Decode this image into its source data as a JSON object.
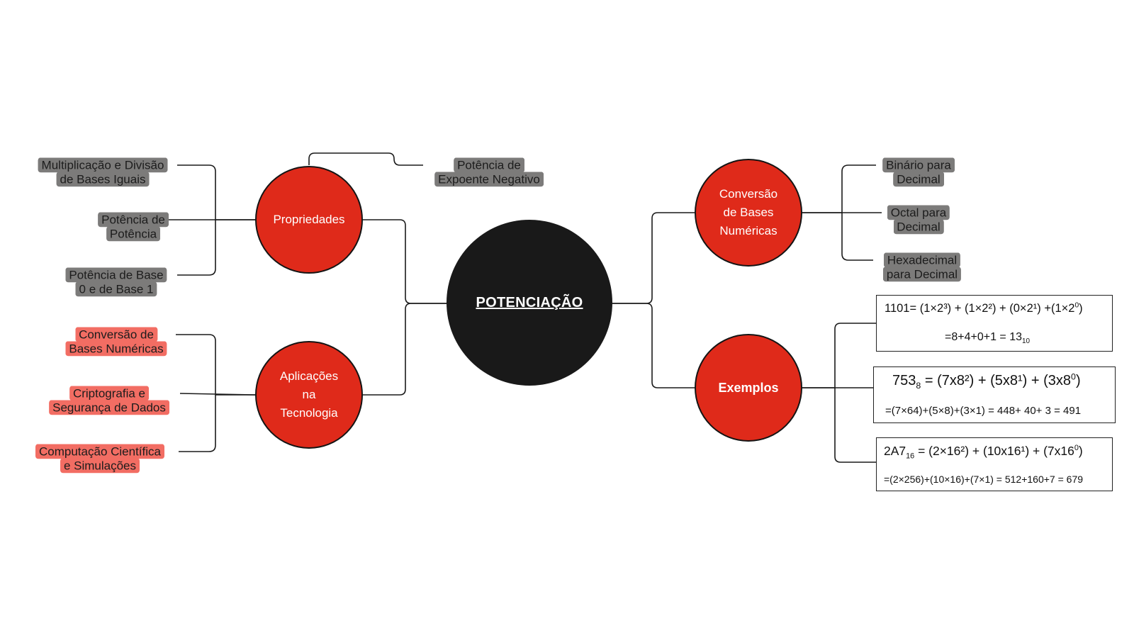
{
  "center": {
    "title": "POTENCIAÇÃO"
  },
  "branches": {
    "propriedades": {
      "label": "Propriedades",
      "items": [
        "Multiplicação e Divisão\nde Bases Iguais",
        "Potência de\nPotência",
        "Potência de Base\n0 e de Base 1",
        "Potência de\nExpoente Negativo"
      ]
    },
    "aplicacoes": {
      "label": "Aplicações\nna\nTecnologia",
      "items": [
        "Conversão de\nBases Numéricas",
        "Criptografia e\nSegurança de Dados",
        "Computação Científica\ne Simulações"
      ]
    },
    "conversao": {
      "label": "Conversão\nde Bases\nNuméricas",
      "items": [
        "Binário para\nDecimal",
        "Octal para\nDecimal",
        "Hexadecimal\npara Decimal"
      ]
    },
    "exemplos": {
      "label": "Exemplos",
      "binary": {
        "number": "1101",
        "expansion": "= (1×2³) + (1×2²) + (0×2¹) +(1×2",
        "exp0": "0",
        "close": ")",
        "result": "=8+4+0+1 = 13",
        "result_base": "10"
      },
      "octal": {
        "number": "753",
        "base": "8",
        "expansion": " = (7x8²) + (5x8¹) + (3x8",
        "exp0": "0",
        "close": ")",
        "result": "=(7×64)+(5×8)+(3×1) = 448+ 40+ 3 = 491"
      },
      "hex": {
        "number": "2A7",
        "base": "16",
        "expansion": " =  (2×16²) + (10x16¹) + (7x16",
        "exp0": "0",
        "close": ")",
        "result": "=(2×256)+(10×16)+(7×1) = 512+160+7 = 679"
      }
    }
  },
  "colors": {
    "node_red": "#df2a1a",
    "center_black": "#191919",
    "tag_gray": "#7c7b7a",
    "tag_pink": "#f26d63",
    "connector": "#1a1a1a"
  }
}
